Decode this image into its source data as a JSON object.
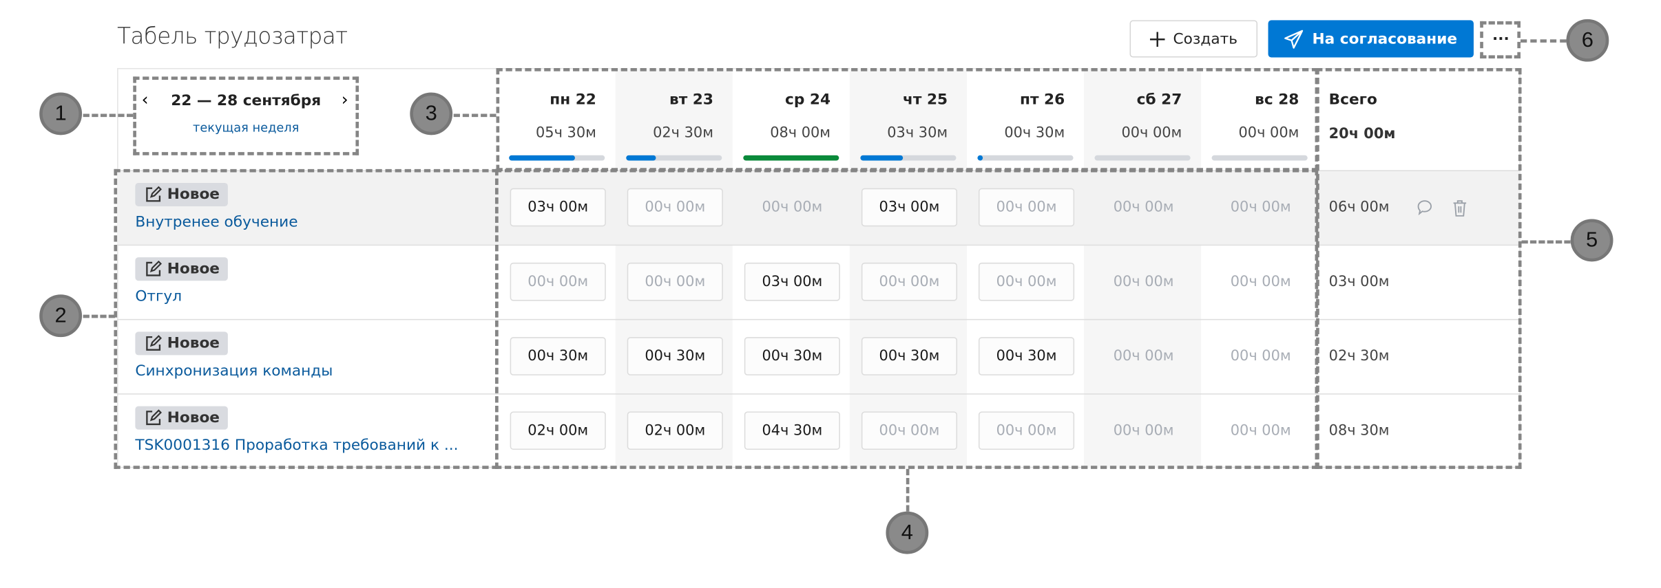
{
  "header": {
    "title": "Табель трудозатрат",
    "create_label": "Создать",
    "approve_label": "На согласование",
    "more_label": "···"
  },
  "colors": {
    "accent": "#0078d4",
    "progress": "#0078d4",
    "progress_full": "#0a8a3a",
    "link": "#0a5a9c"
  },
  "week": {
    "range": "22 — 28 сентября",
    "subtitle": "текущая неделя"
  },
  "days": [
    {
      "name": "пн 22",
      "total": "05ч 30м",
      "progress": 0.69,
      "shaded": false,
      "workday": true
    },
    {
      "name": "вт 23",
      "total": "02ч 30м",
      "progress": 0.31,
      "shaded": true,
      "workday": true
    },
    {
      "name": "ср 24",
      "total": "08ч 00м",
      "progress": 1.0,
      "shaded": false,
      "workday": true
    },
    {
      "name": "чт 25",
      "total": "03ч 30м",
      "progress": 0.44,
      "shaded": true,
      "workday": true
    },
    {
      "name": "пт 26",
      "total": "00ч 30м",
      "progress": 0.06,
      "shaded": false,
      "workday": true
    },
    {
      "name": "сб 27",
      "total": "00ч 00м",
      "progress": 0,
      "shaded": true,
      "workday": false
    },
    {
      "name": "вс 28",
      "total": "00ч 00м",
      "progress": 0,
      "shaded": false,
      "workday": false
    }
  ],
  "total_header": {
    "label": "Всего",
    "value": "20ч 00м"
  },
  "rows": [
    {
      "status": "Новое",
      "task": "Внутренее обучение",
      "total": "06ч 00м",
      "highlighted": true,
      "cells": [
        {
          "v": "03ч 00м",
          "box": true,
          "filled": true
        },
        {
          "v": "00ч 00м",
          "box": true,
          "filled": false
        },
        {
          "v": "00ч 00м",
          "box": false,
          "filled": false
        },
        {
          "v": "03ч 00м",
          "box": true,
          "filled": true
        },
        {
          "v": "00ч 00м",
          "box": true,
          "filled": false
        },
        {
          "v": "00ч 00м",
          "box": false,
          "filled": false
        },
        {
          "v": "00ч 00м",
          "box": false,
          "filled": false
        }
      ]
    },
    {
      "status": "Новое",
      "task": "Отгул",
      "total": "03ч 00м",
      "highlighted": false,
      "cells": [
        {
          "v": "00ч 00м",
          "box": true,
          "filled": false
        },
        {
          "v": "00ч 00м",
          "box": true,
          "filled": false
        },
        {
          "v": "03ч 00м",
          "box": true,
          "filled": true
        },
        {
          "v": "00ч 00м",
          "box": true,
          "filled": false
        },
        {
          "v": "00ч 00м",
          "box": true,
          "filled": false
        },
        {
          "v": "00ч 00м",
          "box": false,
          "filled": false
        },
        {
          "v": "00ч 00м",
          "box": false,
          "filled": false
        }
      ]
    },
    {
      "status": "Новое",
      "task": "Синхронизация команды",
      "total": "02ч 30м",
      "highlighted": false,
      "cells": [
        {
          "v": "00ч 30м",
          "box": true,
          "filled": true
        },
        {
          "v": "00ч 30м",
          "box": true,
          "filled": true
        },
        {
          "v": "00ч 30м",
          "box": true,
          "filled": true
        },
        {
          "v": "00ч 30м",
          "box": true,
          "filled": true
        },
        {
          "v": "00ч 30м",
          "box": true,
          "filled": true
        },
        {
          "v": "00ч 00м",
          "box": false,
          "filled": false
        },
        {
          "v": "00ч 00м",
          "box": false,
          "filled": false
        }
      ]
    },
    {
      "status": "Новое",
      "task": "TSK0001316 Проработка требований к ...",
      "total": "08ч 30м",
      "highlighted": false,
      "cells": [
        {
          "v": "02ч 00м",
          "box": true,
          "filled": true
        },
        {
          "v": "02ч 00м",
          "box": true,
          "filled": true
        },
        {
          "v": "04ч 30м",
          "box": true,
          "filled": true
        },
        {
          "v": "00ч 00м",
          "box": true,
          "filled": false
        },
        {
          "v": "00ч 00м",
          "box": true,
          "filled": false
        },
        {
          "v": "00ч 00м",
          "box": false,
          "filled": false
        },
        {
          "v": "00ч 00м",
          "box": false,
          "filled": false
        }
      ]
    }
  ],
  "callouts": [
    "1",
    "2",
    "3",
    "4",
    "5",
    "6"
  ]
}
